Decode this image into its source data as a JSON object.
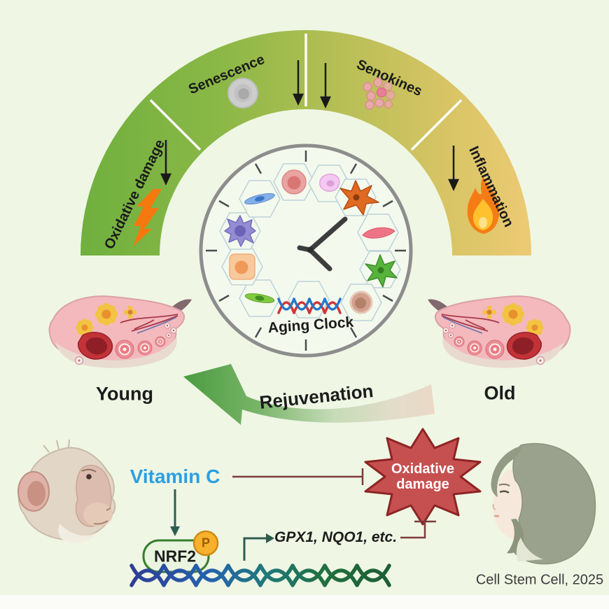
{
  "figure": {
    "background_color": "#eff6e4",
    "citation": "Cell Stem Cell, 2025"
  },
  "arc": {
    "gradient_colors": [
      "#6fb03e",
      "#8cb847",
      "#b5bf55",
      "#ecca74"
    ],
    "segments": [
      {
        "label": "Oxidative damage",
        "icon": "lightning-icon",
        "trend": "down"
      },
      {
        "label": "Senescence",
        "icon": "senescent-cell-icon",
        "trend": "down"
      },
      {
        "label": "Senokines",
        "icon": "senokine-dots-icon",
        "trend": "down"
      },
      {
        "label": "Inflammation",
        "icon": "flame-icon",
        "trend": "down"
      }
    ]
  },
  "clock": {
    "label": "Aging Clock"
  },
  "tissues": {
    "young": "Young",
    "old": "Old"
  },
  "rejuvenation": {
    "label": "Rejuvenation"
  },
  "pathway": {
    "vitamin_c": "Vitamin C",
    "vitamin_c_color": "#2d9fe0",
    "star_line1": "Oxidative",
    "star_line2": "damage",
    "star_color": "#c65050",
    "nrf2": "NRF2",
    "phospho": "P",
    "genes": "GPX1, NQO1, etc."
  }
}
